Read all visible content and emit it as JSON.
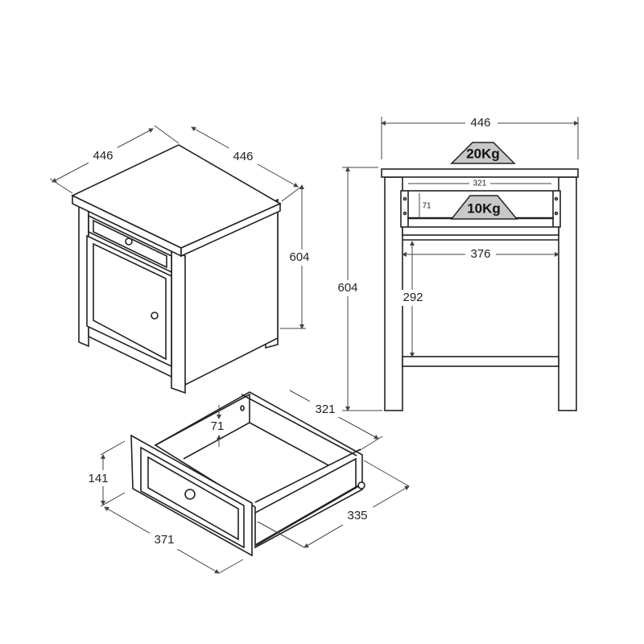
{
  "iso_cabinet": {
    "width": "446",
    "depth": "446",
    "height": "604"
  },
  "front_view": {
    "width": "446",
    "height": "604",
    "drawer_inner_width": "321",
    "drawer_inner_height": "71",
    "top_load": "20Kg",
    "drawer_load": "10Kg",
    "opening_width": "376",
    "opening_height": "292"
  },
  "drawer": {
    "depth": "321",
    "inner_height": "71",
    "front_height": "141",
    "front_width": "371",
    "side_length": "335"
  }
}
